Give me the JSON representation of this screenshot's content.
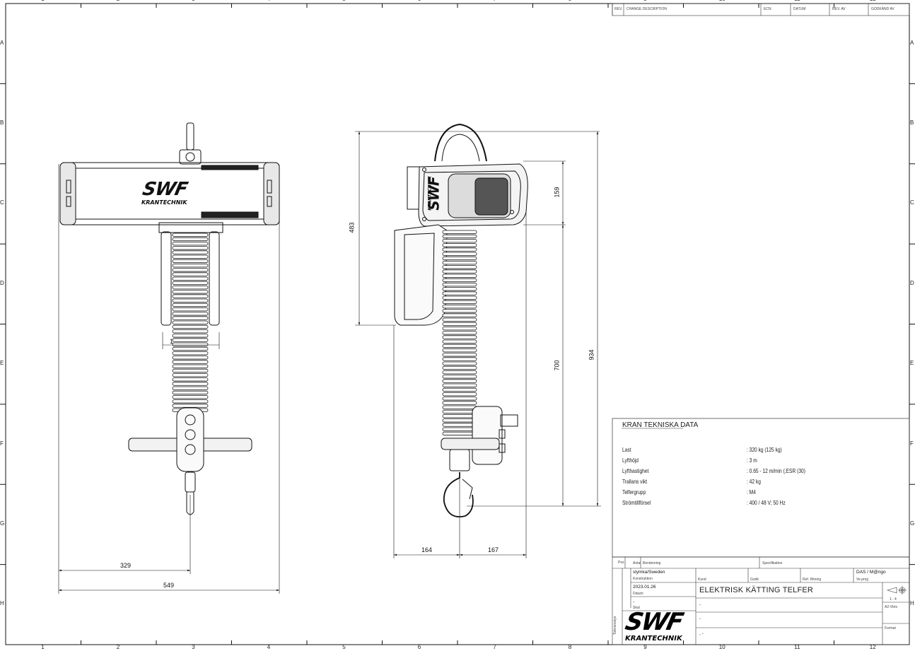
{
  "frame": {
    "columns": [
      "1",
      "2",
      "3",
      "4",
      "5",
      "6",
      "7",
      "8",
      "9",
      "10",
      "11",
      "12"
    ],
    "rows": [
      "A",
      "B",
      "C",
      "D",
      "E",
      "F",
      "G",
      "H"
    ]
  },
  "revision_table": {
    "headers": [
      "REV.",
      "CHANGE DESCRIPTION",
      "ECN",
      "DATUM",
      "REV. AV",
      "GODKÄND AV"
    ]
  },
  "brand": {
    "logo_text": "SWF",
    "logo_subtext": "KRANTECHNIK"
  },
  "dimensions": {
    "front_width_total": "549",
    "front_width_half": "329",
    "front_chain_offset": "1",
    "side_height_body": "483",
    "side_height_top": "159",
    "side_height_lift": "700",
    "side_height_total": "934",
    "side_left_offset": "164",
    "side_right_offset": "167"
  },
  "tech_data": {
    "heading": "KRAN TEKNISKA DATA",
    "rows": [
      {
        "label": "Last",
        "value": ": 320 kg (125 kg)"
      },
      {
        "label": "Lyfthöjd",
        "value": ": 3 m"
      },
      {
        "label": "Lyfthastighet",
        "value": ": 0.65 - 12 m/min (,ESR (30)"
      },
      {
        "label": "Trallans vikt",
        "value": ": 42 kg"
      },
      {
        "label": "Telfergrupp",
        "value": ": M4"
      },
      {
        "label": "Strömtillförsel",
        "value": ": 400 / 48 V; 50 Hz"
      }
    ]
  },
  "title_block": {
    "parts_headers": [
      "Pos",
      "Antal",
      "Benämning",
      "Specifikation"
    ],
    "designer": "slymka/Sweden",
    "designer_caption": "Konstruktion",
    "date": "2023.01.26",
    "date_caption": "Datum",
    "dash1": "-",
    "dash1_caption": "Skal",
    "kund_caption": "Kund",
    "godk_caption": "Godk",
    "ref_caption": "Ref. Ritning",
    "drawn_by": "DAS / M@ngo",
    "drawn_caption": "Ve.projj",
    "drawing_title": "ELEKTRISK KÄTTING TELFER",
    "line2": "-",
    "line3": "-",
    "line4": ", -",
    "scale": "1 : 4",
    "format": "A2-Vbrs",
    "sheet_caption": "Format",
    "side_caption": "Toleranssys"
  }
}
